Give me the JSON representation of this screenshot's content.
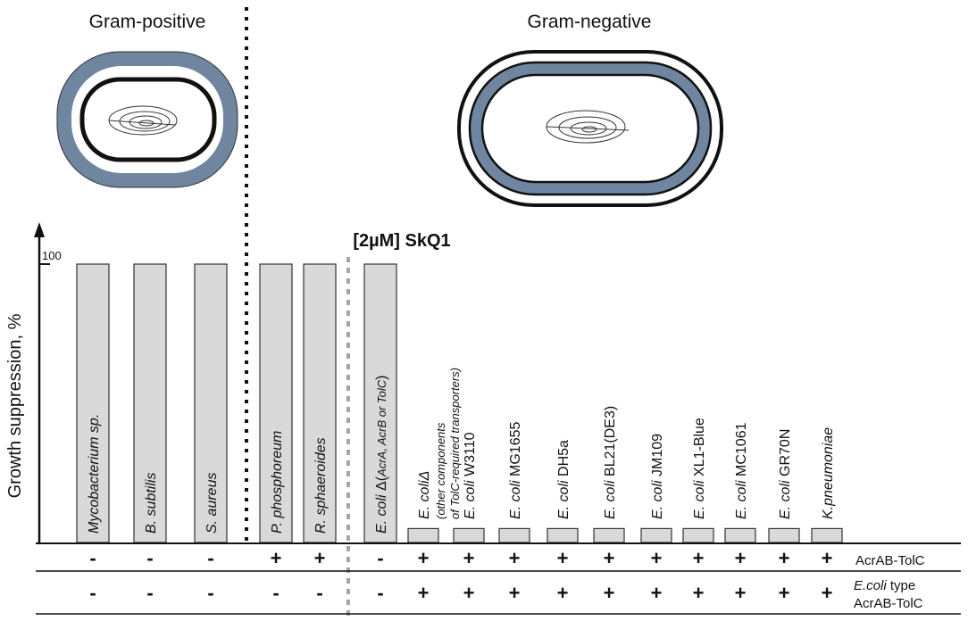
{
  "headers": {
    "gram_positive": "Gram-positive",
    "gram_negative": "Gram-negative",
    "concentration": "[2µM] SkQ1"
  },
  "colors": {
    "cell_wall_blue": "#6f85a0",
    "bar_fill": "#d9d9d9"
  },
  "chart_data": {
    "type": "bar",
    "ylabel": "Growth suppression, %",
    "y_tick_label": "100",
    "ylim": [
      0,
      100
    ],
    "categories": [
      "Mycobacterium sp.",
      "B. subtilis",
      "S. aureus",
      "P. phosphoreum",
      "R. sphaeroides",
      "E. coli Δ(AcrA, AcrB or TolC)",
      "E. coliΔ (other components of TolC-required transporters)",
      "E. coli W3110",
      "E. coli MG1655",
      "E. coli DH5a",
      "E. coli BL21(DE3)",
      "E. coli JM109",
      "E. coli XL1-Blue",
      "E. coli MC1061",
      "E. coli GR70N",
      "K.pneumoniae"
    ],
    "values": [
      100,
      100,
      100,
      100,
      100,
      100,
      5,
      5,
      5,
      5,
      5,
      5,
      5,
      5,
      5,
      5
    ]
  },
  "bar_labels": [
    {
      "it": "Mycobacterium sp.",
      "rest": "",
      "sub": ""
    },
    {
      "it": "B. subtilis",
      "rest": "",
      "sub": ""
    },
    {
      "it": "S. aureus",
      "rest": "",
      "sub": ""
    },
    {
      "it": "P. phosphoreum",
      "rest": "",
      "sub": ""
    },
    {
      "it": "R. sphaeroides",
      "rest": "",
      "sub": ""
    },
    {
      "it": "E. coli",
      "rest": " Δ(",
      "sub": "AcrA, AcrB or TolC",
      "close": ")"
    },
    {
      "it": "E. coliΔ",
      "rest": "",
      "line2": "(other components",
      "line3": "of TolC-required transporters)"
    },
    {
      "it": "E. coli",
      "rest": " W3110"
    },
    {
      "it": "E. coli",
      "rest": " MG1655"
    },
    {
      "it": "E. coli",
      "rest": " DH5a"
    },
    {
      "it": "E. coli",
      "rest": " BL21(DE3)"
    },
    {
      "it": "E. coli",
      "rest": " JM109"
    },
    {
      "it": "E. coli",
      "rest": " XL1-Blue"
    },
    {
      "it": "E. coli",
      "rest": " MC1061"
    },
    {
      "it": "E. coli",
      "rest": " GR70N"
    },
    {
      "it": "K.pneumoniae",
      "rest": ""
    }
  ],
  "table": {
    "row1": {
      "label": "AcrAB-TolC",
      "signs": [
        "-",
        "-",
        "-",
        "+",
        "+",
        "-",
        "+",
        "+",
        "+",
        "+",
        "+",
        "+",
        "+",
        "+",
        "+",
        "+"
      ]
    },
    "row2": {
      "label_line1_italic": "E.coli",
      "label_line1_rest": " type",
      "label_line2": "AcrAB-TolC",
      "signs": [
        "-",
        "-",
        "-",
        "-",
        "-",
        "-",
        "+",
        "+",
        "+",
        "+",
        "+",
        "+",
        "+",
        "+",
        "+",
        "+"
      ]
    }
  }
}
